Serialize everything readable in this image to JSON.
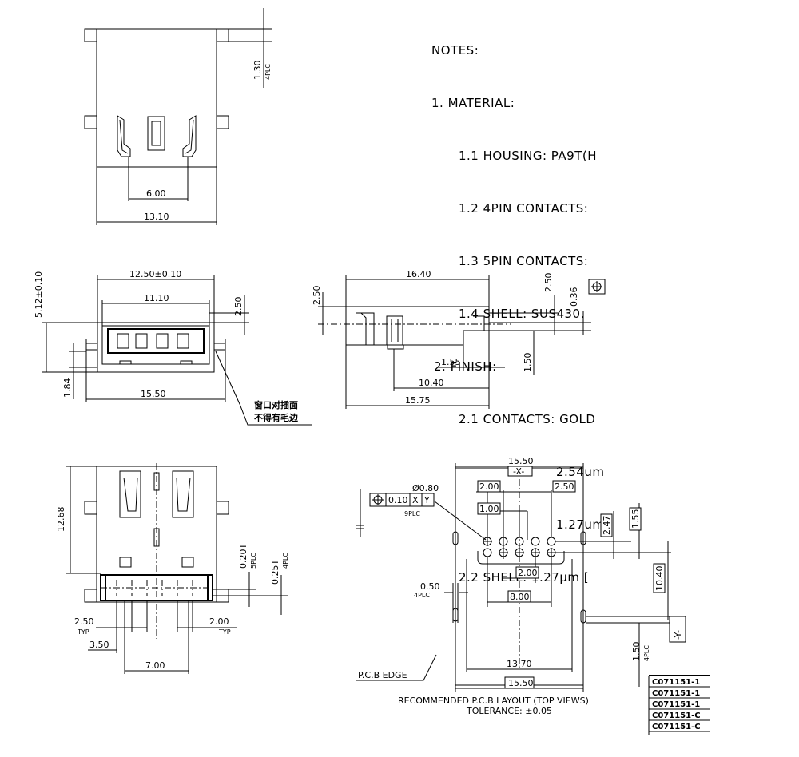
{
  "notes": {
    "heading": "NOTES:",
    "material": "1. MATERIAL:",
    "housing": "1.1 HOUSING: PA9T(H",
    "pin4": "1.2 4PIN CONTACTS:",
    "pin5": "1.3 5PIN CONTACTS:",
    "shell": "1.4 SHELL: SUS430.",
    "finish": "2. FINISH:",
    "contacts": "2.1 CONTACTS: GOLD",
    "c1": "2.54um",
    "c2": "1.27um",
    "shellfinish": "2.2 SHELL: 1.27μm ["
  },
  "top": {
    "d130": "1.30",
    "d130b": "4PLC",
    "d600": "6.00",
    "d1310": "13.10"
  },
  "front": {
    "d1250": "12.50±0.10",
    "d1110": "11.10",
    "d250": "2.50",
    "d512": "5.12±0.10",
    "d184": "1.84",
    "d1550": "15.50",
    "note1": "窗口对插面",
    "note2": "不得有毛边"
  },
  "side": {
    "d1640": "16.40",
    "d250a": "2.50",
    "d250b": "2.50",
    "d036": "0.36",
    "d155": "1.55",
    "d150": "1.50",
    "d1040": "10.40",
    "d1575": "15.75"
  },
  "bottom": {
    "d1268": "12.68",
    "d020": "0.20T",
    "d020b": "5PLC",
    "d025": "0.25T",
    "d025b": "4PLC",
    "d250": "2.50",
    "typ1": "TYP",
    "d200": "2.00",
    "typ2": "TYP",
    "d350": "3.50",
    "d700": "7.00"
  },
  "pcb": {
    "d1550top": "15.50",
    "datumX": "-X-",
    "d200a": "2.00",
    "d250": "2.50",
    "d100": "1.00",
    "dia": "Ø0.80",
    "tol": "0.10",
    "refX": "X",
    "refY": "Y",
    "plc9": "9PLC",
    "d247": "2.47",
    "d155": "1.55",
    "d1040": "10.40",
    "d200b": "2.00",
    "d800": "8.00",
    "d050": "0.50",
    "plc4": "4PLC",
    "datumY": "-Y-",
    "d150": "1.50",
    "plc4b": "4PLC",
    "d1370": "13.70",
    "d1550bot": "15.50",
    "pcbEdge": "P.C.B EDGE",
    "caption": "RECOMMENDED P.C.B LAYOUT (TOP VIEWS)",
    "tolerance": "TOLERANCE: ±0.05"
  },
  "table": {
    "rows": [
      "C071151-1",
      "C071151-1",
      "C071151-1",
      "C071151-C",
      "C071151-C"
    ]
  }
}
